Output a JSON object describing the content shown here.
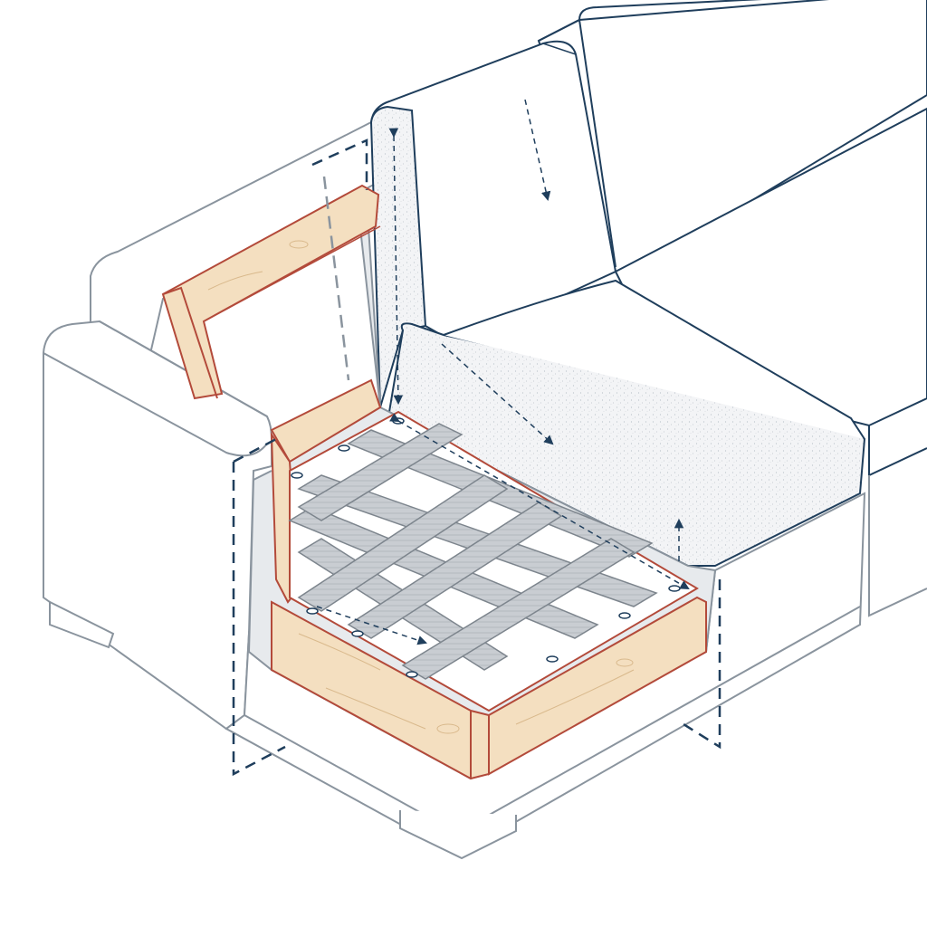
{
  "diagram": {
    "subject": "sofa-frame-cutaway",
    "colors": {
      "background": "#ffffff",
      "outline": "#1f3e5c",
      "outline_light": "#8a949e",
      "cushion_fill": "#ffffff",
      "foam_fill": "#f3f4f6",
      "foam_speckle": "#b9c0c8",
      "wood_fill": "#f4dfc0",
      "wood_edge": "#b34a3a",
      "wood_grain": "#d9b98c",
      "webbing_fill": "#c9cdd2",
      "webbing_edge": "#7d858d",
      "arrow": "#1f3e5c"
    },
    "parts": [
      "arm-left",
      "back-cushion-left",
      "back-cushion-right",
      "seat-cushion-right",
      "seat-cushion-front",
      "backrest-wood-frame",
      "seat-wood-frame",
      "elastic-webbing",
      "foam-layer",
      "cut-lines",
      "dimension-arrows",
      "feet"
    ],
    "webbing": {
      "strap_count_horizontal": 4,
      "strap_count_vertical": 4
    }
  }
}
